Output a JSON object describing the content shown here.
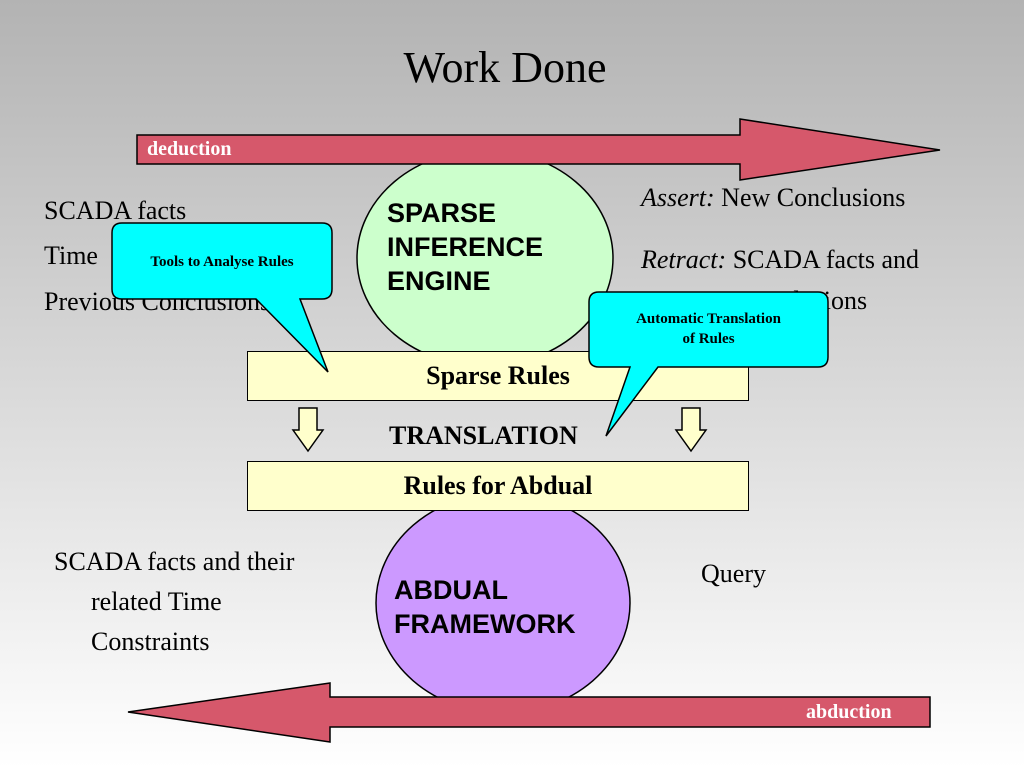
{
  "slide": {
    "title": "Work Done",
    "deduction_label": "deduction",
    "abduction_label": "abduction",
    "left_top": {
      "line1": "SCADA facts",
      "line2": "Time",
      "line3": "Previous Conclusions"
    },
    "right_top": {
      "assert_label": "Assert:",
      "assert_text": " New Conclusions",
      "retract_label": "Retract:",
      "retract_text": " SCADA facts and",
      "retract_line2": "Previous Conclusions"
    },
    "engine": {
      "line1": "SPARSE",
      "line2": "INFERENCE",
      "line3": "ENGINE"
    },
    "callout_left": "Tools to Analyse Rules",
    "callout_right": {
      "line1": "Automatic Translation",
      "line2": "of Rules"
    },
    "sparse_rules": "Sparse Rules",
    "translation": "TRANSLATION",
    "rules_for_abdual": "Rules for Abdual",
    "abdual": {
      "line1": "ABDUAL",
      "line2": "FRAMEWORK"
    },
    "left_bottom": {
      "line1": "SCADA facts and their",
      "line2": "related Time",
      "line3": "Constraints"
    },
    "query": "Query",
    "colors": {
      "arrow": "#d6586b",
      "engine_circle": "#ccffcc",
      "abdual_circle": "#cc99ff",
      "callout": "#00ffff",
      "rule_box": "#ffffcc"
    }
  }
}
